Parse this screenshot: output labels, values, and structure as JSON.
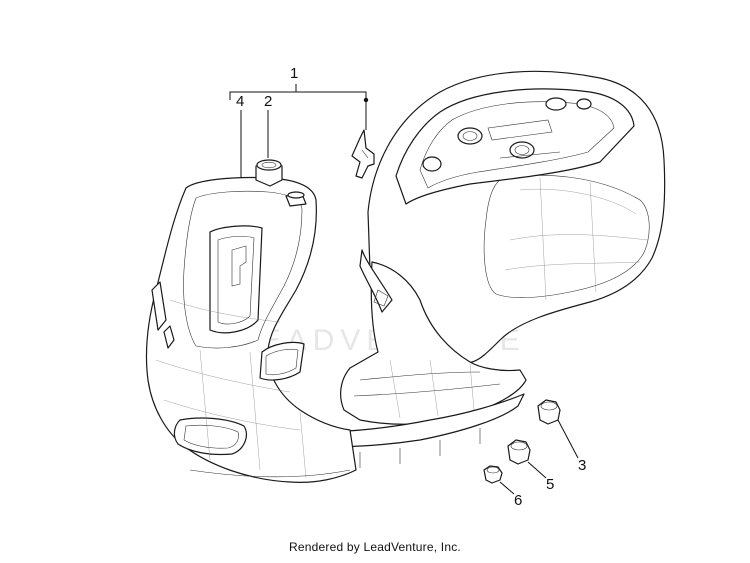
{
  "diagram": {
    "callouts": {
      "c1": "1",
      "c2": "2",
      "c3": "3",
      "c4": "4",
      "c5": "5",
      "c6": "6"
    },
    "watermark": "LEADVENTURE"
  },
  "footer": {
    "credit": "Rendered by LeadVenture, Inc."
  },
  "colors": {
    "line": "#1a1a1a",
    "watermark": "#e6e6e6",
    "background": "#ffffff"
  }
}
